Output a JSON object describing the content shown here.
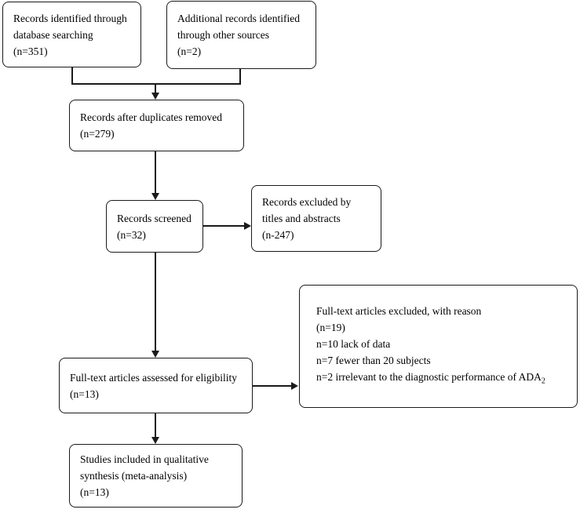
{
  "flowchart": {
    "title": "PRISMA study selection flow diagram",
    "colors": {
      "line": "#1a1a1a",
      "background": "#ffffff",
      "text": "#000000"
    },
    "boxes": {
      "records_identified": {
        "lines": [
          "Records identified through",
          "database searching",
          "(n=351)"
        ]
      },
      "additional_records": {
        "lines": [
          "Additional records identified",
          "through other sources",
          "(n=2)"
        ]
      },
      "duplicates_removed": {
        "lines": [
          "Records after duplicates removed",
          "(n=279)"
        ]
      },
      "records_screened": {
        "lines": [
          "Records screened",
          "(n=32)"
        ]
      },
      "records_excluded": {
        "lines": [
          "Records excluded by",
          "titles and abstracts",
          "(n-247)"
        ]
      },
      "fulltext_assessed": {
        "lines": [
          "Full-text articles assessed for eligibility",
          "(n=13)"
        ]
      },
      "fulltext_excluded": {
        "lines": [
          "Full-text articles excluded, with reason",
          "(n=19)",
          "n=10 lack of data",
          "n=7 fewer than 20 subjects"
        ],
        "ada_line": {
          "text": "n=2 irrelevant to the diagnostic performance of ADA",
          "subscript": "2"
        }
      },
      "studies_included": {
        "lines": [
          "Studies included in qualitative",
          "synthesis (meta-analysis)",
          "(n=13)"
        ]
      }
    }
  }
}
